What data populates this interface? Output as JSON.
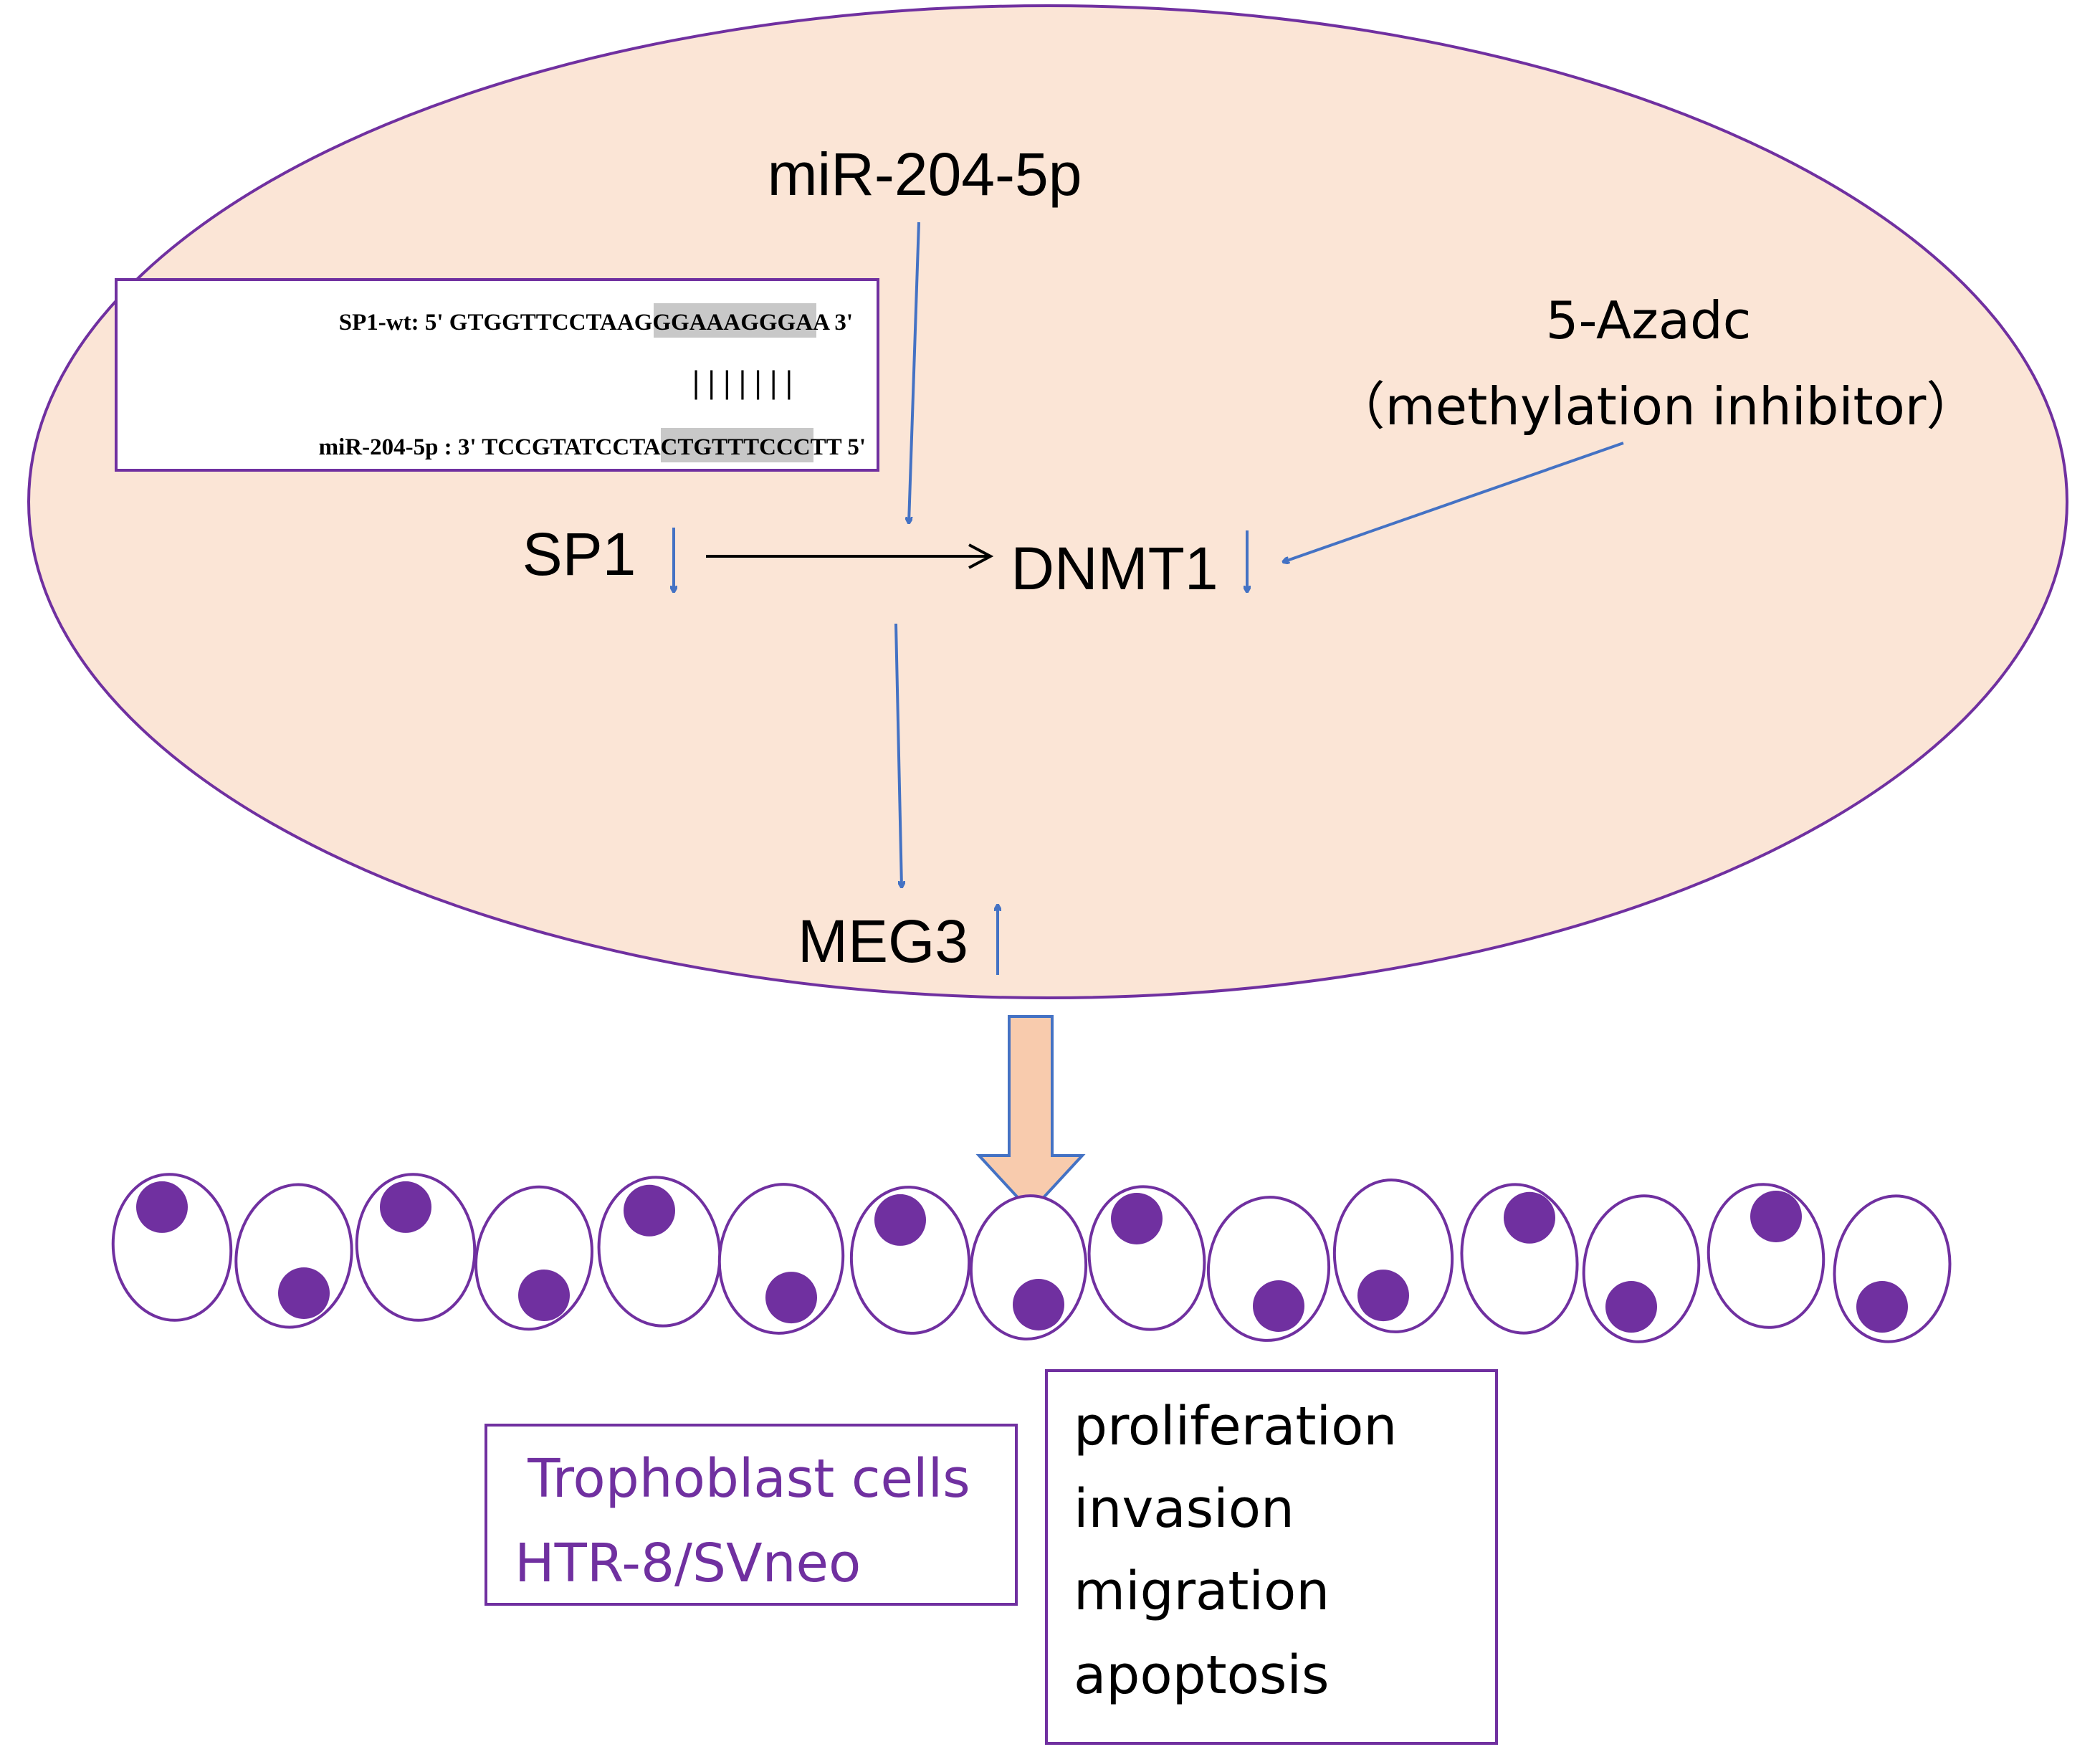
{
  "nodes": {
    "mir": "miR-204-5p",
    "azadc_line1": "5-Azadc",
    "azadc_line2": "（methylation inhibitor）",
    "sp1": "SP1",
    "dnmt1": "DNMT1",
    "meg3": "MEG3"
  },
  "alignment": {
    "top_prefix": "SP1-wt: 5' GTGGTTCCTAAGGG",
    "top_seed": "AAAGGGA",
    "top_suffix": "A 3'",
    "bottom_prefix": "miR-204-5p : 3' TCCGTATCCTACTG",
    "bottom_seed": "TTTCCCT",
    "bottom_suffix": "T 5'",
    "pairs": "| | | | | | |",
    "highlight_color": "#c8c8c8"
  },
  "cells_box": {
    "line1": "Trophoblast cells",
    "line2": "HTR-8/SVneo"
  },
  "effects": [
    "proliferation",
    "invasion",
    "migration",
    "apoptosis"
  ],
  "colors": {
    "cell_fill": "#fbe5d6",
    "outline": "#7030a0",
    "arrow_blue": "#4472c4",
    "big_arrow_fill": "#f8cbad",
    "nucleus": "#7030a0"
  }
}
